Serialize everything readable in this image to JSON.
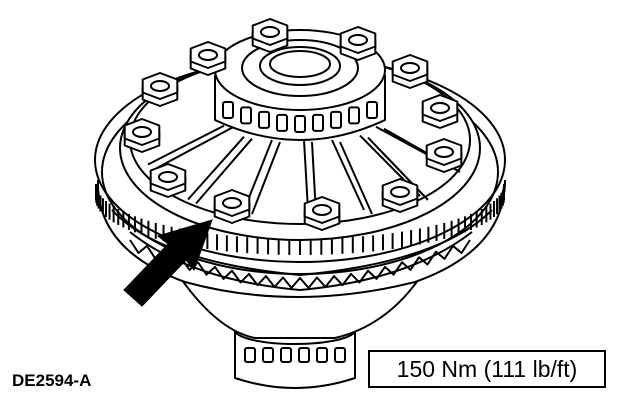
{
  "figure": {
    "id_label": "DE2594-A",
    "torque_spec": "150 Nm (111 lb/ft)",
    "subject": "differential-ring-gear-bolts",
    "bolt_count": 12,
    "colors": {
      "line": "#000000",
      "background": "#ffffff"
    }
  }
}
